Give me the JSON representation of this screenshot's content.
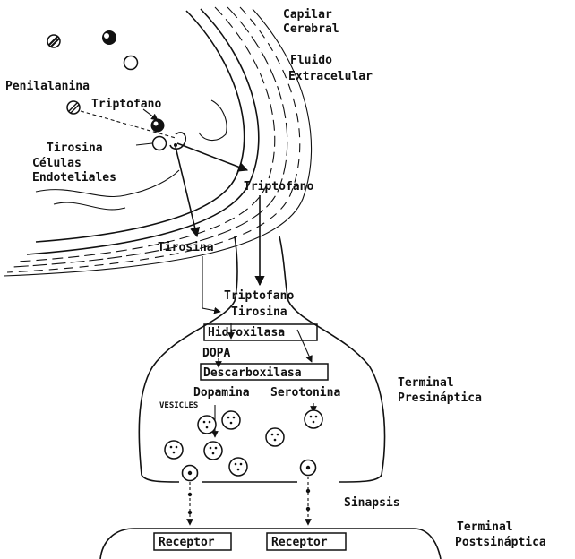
{
  "labels": {
    "capilar_1": "Capilar",
    "capilar_2": "Cerebral",
    "fluido_1": "Fluido",
    "fluido_2": "Extracelular",
    "penilalanina": "Penilalanina",
    "triptofano_top": "Triptofano",
    "tirosina_left": "Tirosina",
    "celulas": "Células",
    "endoteliales": "Endoteliales",
    "triptofano_right": "Triptofano",
    "tirosina_mid": "Tirosina",
    "triptofano_inner": "Triptofano",
    "tirosina_inner": "Tirosina",
    "hidroxilasa": "Hidroxilasa",
    "dopa": "DOPA",
    "descarboxilasa": "Descarboxilasa",
    "dopamina": "Dopamina",
    "serotonina": "Serotonina",
    "vesicles": "VESICLES",
    "terminal_pre_1": "Terminal",
    "terminal_pre_2": "Presináptica",
    "sinapsis": "Sinapsis",
    "terminal_post_1": "Terminal",
    "terminal_post_2": "Postsináptica",
    "receptor_left": "Receptor",
    "receptor_right": "Receptor"
  }
}
